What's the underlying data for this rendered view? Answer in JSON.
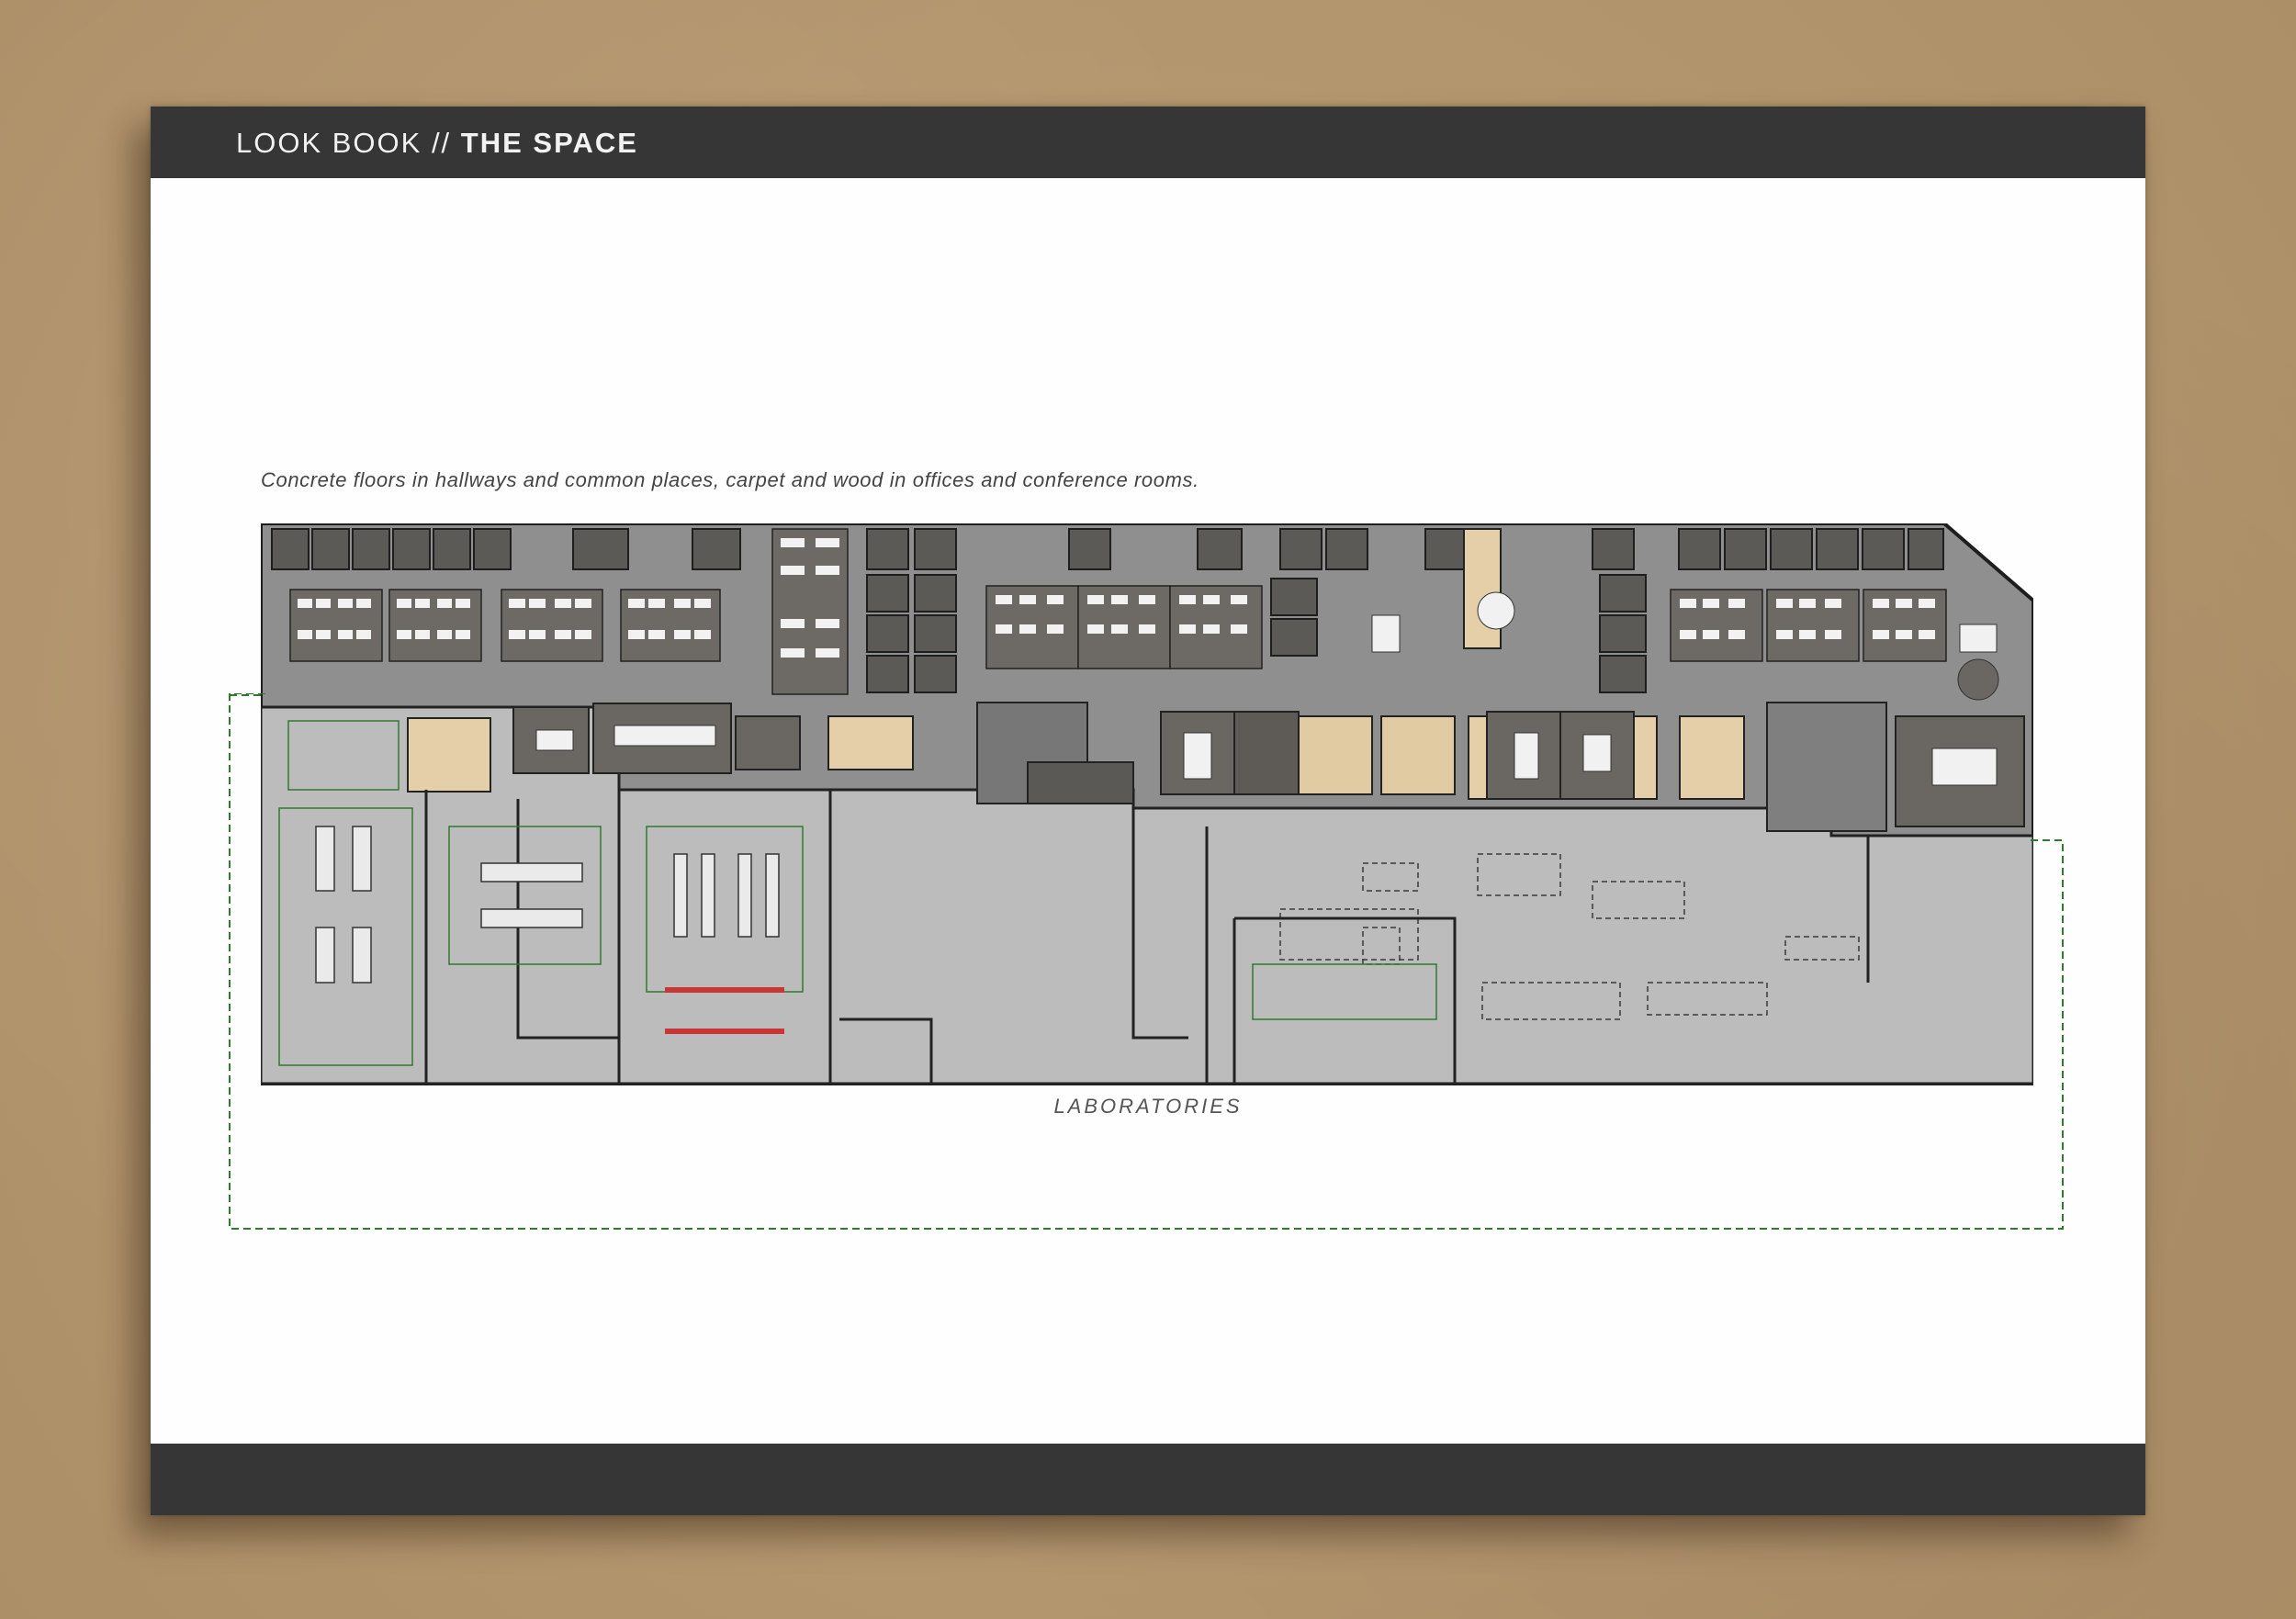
{
  "header": {
    "prefix": "LOOK BOOK // ",
    "section": "THE SPACE"
  },
  "caption": "Concrete floors in hallways and common places, carpet and wood in offices and conference rooms.",
  "plan": {
    "zone_label": "LABORATORIES"
  },
  "colors": {
    "bar": "#363636",
    "office_floor": "#8c8c8c",
    "lab_floor": "#bdbdbd",
    "wood": "#e5cfa8",
    "carpet": "#6f6b64",
    "outline": "#2f7a2f"
  }
}
